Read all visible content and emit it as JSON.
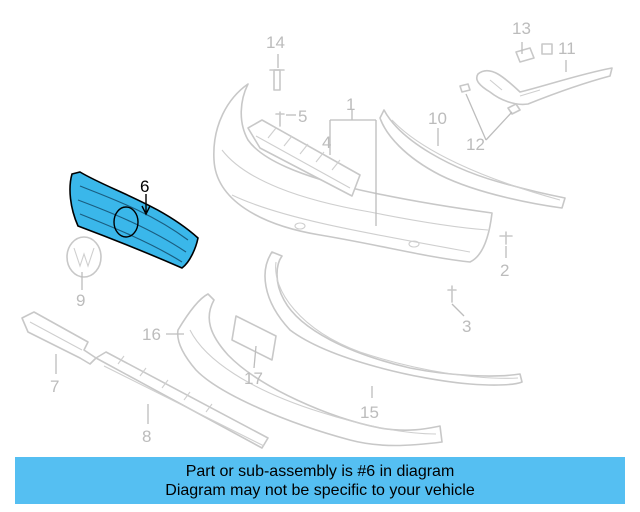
{
  "diagram": {
    "highlight_color": "#3ab7ea",
    "callouts": {
      "c1": "1",
      "c2": "2",
      "c3": "3",
      "c4": "4",
      "c5": "5",
      "c6": "6",
      "c7": "7",
      "c8": "8",
      "c9": "9",
      "c10": "10",
      "c11": "11",
      "c12": "12",
      "c13": "13",
      "c14": "14",
      "c15": "15",
      "c16": "16",
      "c17": "17"
    }
  },
  "banner": {
    "line1": "Part or sub-assembly is #6 in diagram",
    "line2": "Diagram may not be specific to your vehicle",
    "color": "#55bff2"
  }
}
